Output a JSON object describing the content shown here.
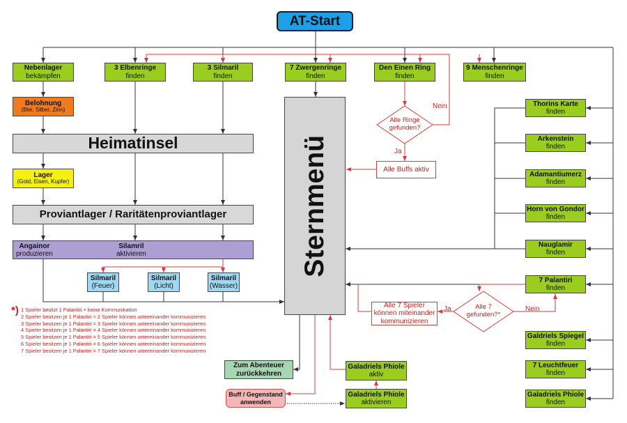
{
  "start": "AT-Start",
  "top_row": [
    {
      "title": "Nebenlager",
      "sub": "bekämpfen"
    },
    {
      "title": "3 Elbenringe",
      "sub": "finden"
    },
    {
      "title": "3 Silmaril",
      "sub": "finden"
    },
    {
      "title": "7 Zwergenringe",
      "sub": "finden"
    },
    {
      "title": "Den Einen Ring",
      "sub": "finden"
    },
    {
      "title": "9 Menschenringe",
      "sub": "finden"
    }
  ],
  "belohnung": {
    "title": "Belohnung",
    "sub": "(Blei, Silber, Zinn)"
  },
  "heimatinsel": "Heimatinsel",
  "lager": {
    "title": "Lager",
    "sub": "(Gold, Eisen, Kupfer)"
  },
  "proviantlager": "Proviantlager / Raritätenproviantlager",
  "angainor": {
    "title": "Angainor",
    "sub": "produzieren"
  },
  "silmaril_activate": {
    "title": "Silamril",
    "sub": "aktivieren"
  },
  "silmaril_types": [
    {
      "title": "Silmaril",
      "sub": "(Feuer)"
    },
    {
      "title": "Silmaril",
      "sub": "(Licht)"
    },
    {
      "title": "Silmaril",
      "sub": "(Wasser)"
    }
  ],
  "sternmenu": "Sternmenü",
  "ring_question": {
    "line1": "Alle Ringe",
    "line2": "gefunden?"
  },
  "nein": "Nein",
  "ja": "Ja",
  "all_buffs": "Alle Buffs aktiv",
  "right_col": [
    {
      "title": "Thorins Karte",
      "sub": "finden"
    },
    {
      "title": "Arkenstein",
      "sub": "finden"
    },
    {
      "title": "Adamantiumerz",
      "sub": "finden"
    },
    {
      "title": "Horn von Gondor",
      "sub": "finden"
    },
    {
      "title": "Nauglamir",
      "sub": "finden"
    },
    {
      "title": "7 Palantiri",
      "sub": "finden"
    },
    {
      "title": "Galdriels Spiegel",
      "sub": "finden"
    },
    {
      "title": "7 Leuchtfeuer",
      "sub": "finden"
    },
    {
      "title": "Galadriels Phiole",
      "sub": "finden"
    }
  ],
  "palantir_question": {
    "line1": "Alle 7",
    "line2": "gefunden?*"
  },
  "all_seven": {
    "line1": "Alle 7 Spieler",
    "line2": "können miteinander",
    "line3": "kommunizieren"
  },
  "footnote_star": "*)",
  "footnote": [
    "1 Spieler besitzt 1 Palantiri = keine Kommunikation",
    "2 Spieler besitzen je 1 Palantiri = 2 Spieler können untereinander kommunizieren",
    "3 Spieler besitzen je 1 Palantiri = 3 Spieler können untereinander kommunizieren",
    "4 Spieler besitzen je 1 Palantiri = 4 Spieler können untereinander kommunizieren",
    "5 Spieler besitzen je 1 Palantiri = 5 Spieler können untereinander kommunizieren",
    "6 Spieler besitzen je 1 Palantiri = 6 Spieler können untereinander kommunizieren",
    "7 Spieler besitzen je 1 Palantiri = 7 Spieler können untereinander kommunizieren"
  ],
  "zum_abenteuer": {
    "line1": "Zum Abenteuer",
    "line2": "zurückkehren"
  },
  "buff": {
    "line1": "Buff / Gegenstand",
    "line2": "anwenden"
  },
  "phiole_aktiv": {
    "title": "Galadriels Phiole",
    "sub": "aktiv"
  },
  "phiole_aktivieren": {
    "title": "Galadriels Phiole",
    "sub": "aktivieren"
  },
  "colors": {
    "black_line": "#333333",
    "red_line": "#d43b3b",
    "green": "#9acd1e",
    "start": "#1ea0e8"
  }
}
